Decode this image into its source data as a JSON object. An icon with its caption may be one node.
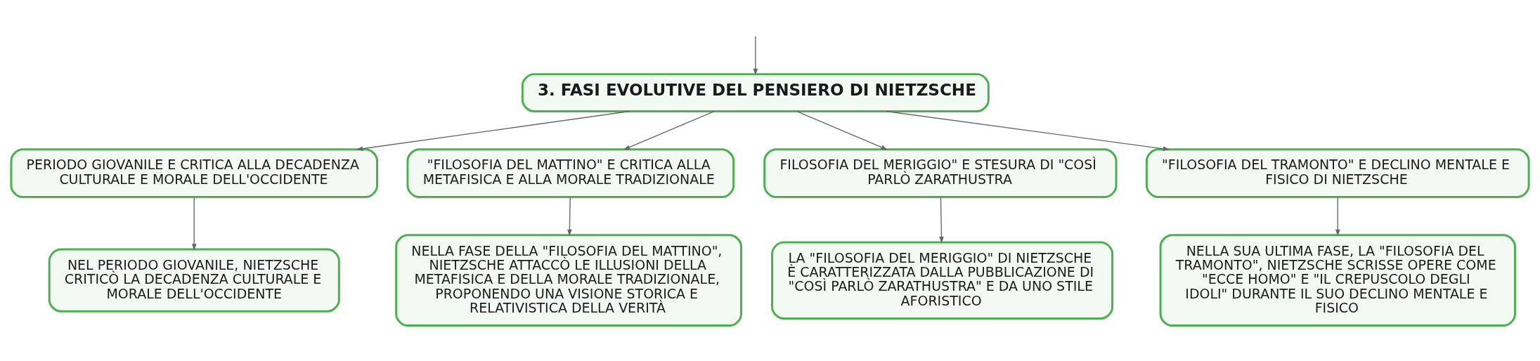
{
  "diagram": {
    "nodes": [
      {
        "text": [
          "3. FASI EVOLUTIVE DEL PENSIERO DI NIETZSCHE"
        ]
      },
      {
        "text": [
          "PERIODO GIOVANILE E CRITICA ALLA DECADENZA CULTURALE E MORALE DELL'OCCIDENTE"
        ]
      },
      {
        "text": [
          "\"FILOSOFIA DEL MATTINO\" E CRITICA ALLA METAFISICA E ALLA MORALE TRADIZIONALE"
        ]
      },
      {
        "text": [
          "FILOSOFIA DEL MERIGGIO\" E STESURA DI \"COSÌ PARLÒ ZARATHUSTRA"
        ]
      },
      {
        "text": [
          "\"FILOSOFIA DEL TRAMONTO\" E DECLINO MENTALE E FISICO DI NIETZSCHE"
        ]
      },
      {
        "text": [
          "NEL PERIODO GIOVANILE, NIETZSCHE CRITICÒ LA DECADENZA CULTURALE E MORALE DELL'OCCIDENTE"
        ]
      },
      {
        "text": [
          "NELLA FASE DELLA \"FILOSOFIA DEL MATTINO\", NIETZSCHE ATTACCÒ LE ILLUSIONI DELLA METAFISICA E DELLA MORALE TRADIZIONALE, PROPONENDO UNA VISIONE STORICA E RELATIVISTICA DELLA VERITÀ"
        ]
      },
      {
        "text": [
          "LA \"FILOSOFIA DEL MERIGGIO\" DI NIETZSCHE È CARATTERIZZATA DALLA PUBBLICAZIONE DI \"COSÌ PARLÒ ZARATHUSTRA\" E DA UNO STILE AFORISTICO"
        ]
      },
      {
        "text": [
          "NELLA SUA ULTIMA FASE, LA \"FILOSOFIA DEL TRAMONTO\", NIETZSCHE SCRISSE OPERE COME \"ECCE HOMO\" E \"IL CREPUSCOLO DEGLI IDOLI\" DURANTE IL SUO DECLINO MENTALE E FISICO"
        ]
      }
    ],
    "edges": [
      {
        "from": null,
        "to": 0,
        "arrow": "to"
      },
      {
        "from": 0,
        "to": 1,
        "arrow": "to"
      },
      {
        "from": 0,
        "to": 2,
        "arrow": "to"
      },
      {
        "from": 0,
        "to": 3,
        "arrow": "to"
      },
      {
        "from": 0,
        "to": 4,
        "arrow": "to"
      },
      {
        "from": 1,
        "to": 5,
        "arrow": "to"
      },
      {
        "from": 2,
        "to": 6,
        "arrow": "to"
      },
      {
        "from": 3,
        "to": 7,
        "arrow": "to"
      },
      {
        "from": 4,
        "to": 8,
        "arrow": "to"
      }
    ]
  }
}
